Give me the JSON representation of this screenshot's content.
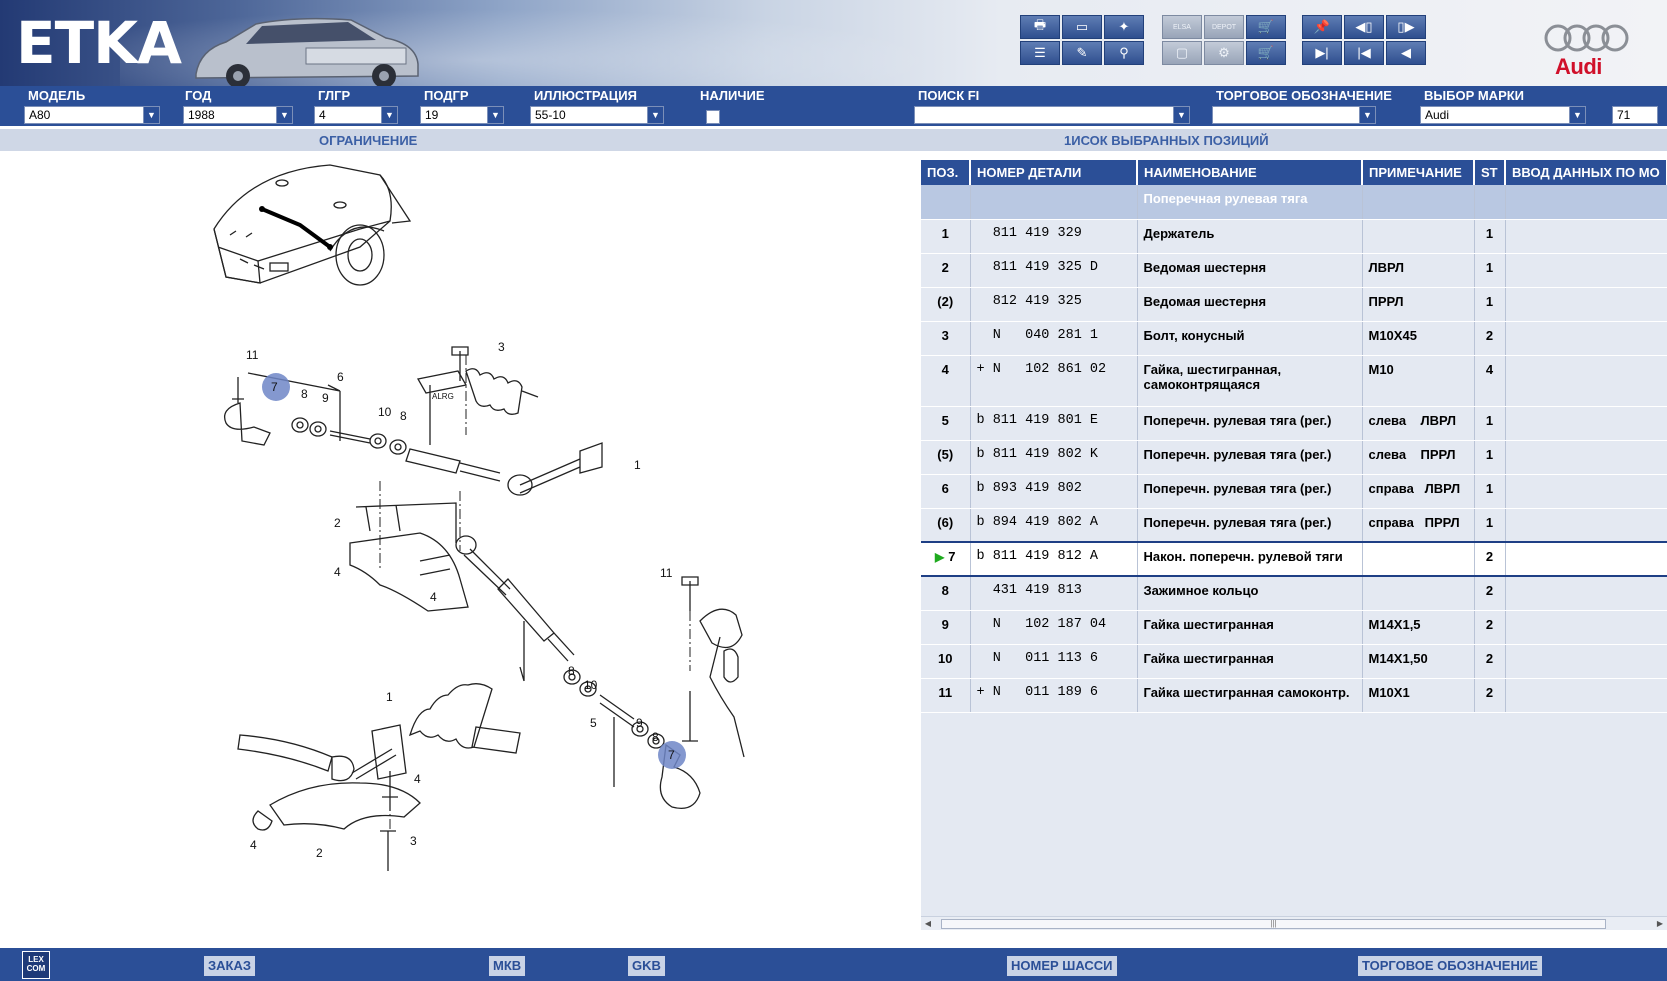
{
  "app": {
    "name": "ETKA",
    "brand": "Audi"
  },
  "colors": {
    "header_blue": "#2b4f97",
    "audi_red": "#d0102a",
    "selected_marker": "#1faa1f"
  },
  "toolbar": {
    "group1": [
      "printer-icon",
      "window-icon",
      "handshake-icon",
      "list-icon",
      "pencil-icon",
      "bike-icon"
    ],
    "group2": [
      "elsa-icon",
      "depot-icon",
      "cart-icon",
      "monitor-icon",
      "service-icon",
      "cart-add-icon"
    ],
    "group3": [
      "pin-icon",
      "page-back-icon",
      "page-forward-icon",
      "skip-end-icon",
      "skip-start-icon",
      "back-icon"
    ],
    "elsa_label": "ELSA",
    "depot_label": "DEPOT"
  },
  "filters": {
    "model_label": "МОДЕЛЬ",
    "model_value": "A80",
    "year_label": "ГОД",
    "year_value": "1988",
    "group_label": "ГЛГР",
    "group_value": "4",
    "subgroup_label": "ПОДГР",
    "subgroup_value": "19",
    "illustration_label": "ИЛЛЮСТРАЦИЯ",
    "illustration_value": "55-10",
    "availability_label": "НАЛИЧИЕ",
    "search_label": "ПОИСК FI",
    "search_value": "",
    "trade_label": "ТОРГОВОЕ ОБОЗНАЧЕНИЕ",
    "trade_value": "",
    "brand_label": "ВЫБОР МАРКИ",
    "brand_value": "Audi",
    "number_value": "71"
  },
  "subbar": {
    "restriction": "ОГРАНИЧЕНИЕ",
    "selected_list": "1ИСОК ВЫБРАННЫХ ПОЗИЦИЙ"
  },
  "table": {
    "columns": [
      "ПОЗ.",
      "НОМЕР ДЕТАЛИ",
      "НАИМЕНОВАНИЕ",
      "ПРИМЕЧАНИЕ",
      "ST",
      "ВВОД ДАННЫХ ПО МО"
    ],
    "section_title": "Поперечная рулевая тяга",
    "rows": [
      {
        "pos": "1",
        "number": "  811 419 329",
        "name": "Держатель",
        "note": "",
        "st": "1"
      },
      {
        "pos": "2",
        "number": "  811 419 325 D",
        "name": "Ведомая шестерня",
        "note": "ЛВРЛ",
        "st": "1"
      },
      {
        "pos": "(2)",
        "number": "  812 419 325",
        "name": "Ведомая шестерня",
        "note": "ПРРЛ",
        "st": "1"
      },
      {
        "pos": "3",
        "number": "  N   040 281 1",
        "name": "Болт, конусный",
        "note": "M10X45",
        "st": "2"
      },
      {
        "pos": "4",
        "number": "+ N   102 861 02",
        "name": "Гайка, шестигранная, самоконтрящаяся",
        "note": "M10",
        "st": "4"
      },
      {
        "pos": "5",
        "number": "b 811 419 801 E",
        "name": "Поперечн. рулевая тяга (рег.)",
        "note": "слева    ЛВРЛ",
        "st": "1"
      },
      {
        "pos": "(5)",
        "number": "b 811 419 802 K",
        "name": "Поперечн. рулевая тяга (рег.)",
        "note": "слева    ПРРЛ",
        "st": "1"
      },
      {
        "pos": "6",
        "number": "b 893 419 802",
        "name": "Поперечн. рулевая тяга (рег.)",
        "note": "справа   ЛВРЛ",
        "st": "1"
      },
      {
        "pos": "(6)",
        "number": "b 894 419 802 A",
        "name": "Поперечн. рулевая тяга (рег.)",
        "note": "справа   ПРРЛ",
        "st": "1"
      },
      {
        "pos": "7",
        "number": "b 811 419 812 A",
        "name": "Након. поперечн. рулевой тяги",
        "note": "",
        "st": "2"
      },
      {
        "pos": "8",
        "number": "  431 419 813",
        "name": "Зажимное кольцо",
        "note": "",
        "st": "2"
      },
      {
        "pos": "9",
        "number": "  N   102 187 04",
        "name": "Гайка шестигранная",
        "note": "M14X1,5",
        "st": "2"
      },
      {
        "pos": "10",
        "number": "  N   011 113 6",
        "name": "Гайка шестигранная",
        "note": "M14X1,50",
        "st": "2"
      },
      {
        "pos": "11",
        "number": "+ N   011 189 6",
        "name": "Гайка шестигранная самоконтр.",
        "note": "M10X1",
        "st": "2"
      }
    ]
  },
  "illustration": {
    "callouts": [
      "11",
      "7",
      "8",
      "9",
      "6",
      "10",
      "8",
      "3",
      "1",
      "2",
      "4",
      "4",
      "11",
      "8",
      "10",
      "9",
      "5",
      "8",
      "7",
      "1",
      "4",
      "3",
      "4",
      "2"
    ],
    "stamp": "ALRG"
  },
  "bottombar": {
    "lexcom_top": "LEX",
    "lexcom_bottom": "COM",
    "order": "ЗАКАЗ",
    "mkb": "МКВ",
    "gkb": "GKB",
    "chassis": "НОМЕР ШАССИ",
    "trade": "ТОРГОВОЕ ОБОЗНАЧЕНИЕ"
  }
}
